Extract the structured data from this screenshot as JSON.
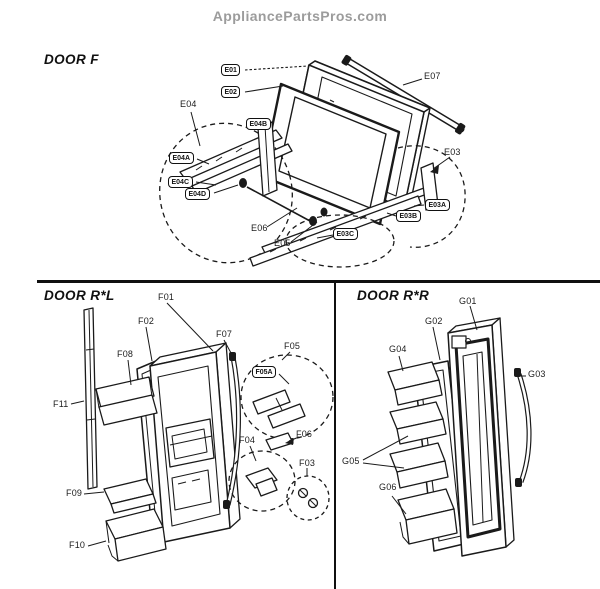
{
  "header": {
    "site_title": "AppliancePartsPros.com"
  },
  "colors": {
    "line": "#1a1a1a",
    "header_text": "#9c9c9c",
    "background": "#ffffff"
  },
  "sections": [
    {
      "id": "door-f",
      "title": "DOOR F",
      "labels": [
        {
          "text": "E01",
          "boxed": true
        },
        {
          "text": "E02",
          "boxed": true
        },
        {
          "text": "E07",
          "boxed": false
        },
        {
          "text": "E04",
          "boxed": false
        },
        {
          "text": "E04B",
          "boxed": true
        },
        {
          "text": "E04A",
          "boxed": true
        },
        {
          "text": "E04C",
          "boxed": true
        },
        {
          "text": "E04D",
          "boxed": true
        },
        {
          "text": "E03",
          "boxed": false
        },
        {
          "text": "E03A",
          "boxed": true
        },
        {
          "text": "E03B",
          "boxed": true
        },
        {
          "text": "E06",
          "boxed": false
        },
        {
          "text": "E05",
          "boxed": false
        },
        {
          "text": "E03C",
          "boxed": true
        }
      ]
    },
    {
      "id": "door-rl",
      "title": "DOOR R*L",
      "labels": [
        {
          "text": "F01",
          "boxed": false
        },
        {
          "text": "F02",
          "boxed": false
        },
        {
          "text": "F07",
          "boxed": false
        },
        {
          "text": "F08",
          "boxed": false
        },
        {
          "text": "F05",
          "boxed": false
        },
        {
          "text": "F05A",
          "boxed": true
        },
        {
          "text": "F11",
          "boxed": false
        },
        {
          "text": "F04",
          "boxed": false
        },
        {
          "text": "F06",
          "boxed": false
        },
        {
          "text": "F03",
          "boxed": false
        },
        {
          "text": "F09",
          "boxed": false
        },
        {
          "text": "F10",
          "boxed": false
        }
      ]
    },
    {
      "id": "door-rr",
      "title": "DOOR R*R",
      "labels": [
        {
          "text": "G01",
          "boxed": false
        },
        {
          "text": "G02",
          "boxed": false
        },
        {
          "text": "G04",
          "boxed": false
        },
        {
          "text": "G03",
          "boxed": false
        },
        {
          "text": "G05",
          "boxed": false
        },
        {
          "text": "G06",
          "boxed": false
        }
      ]
    }
  ]
}
